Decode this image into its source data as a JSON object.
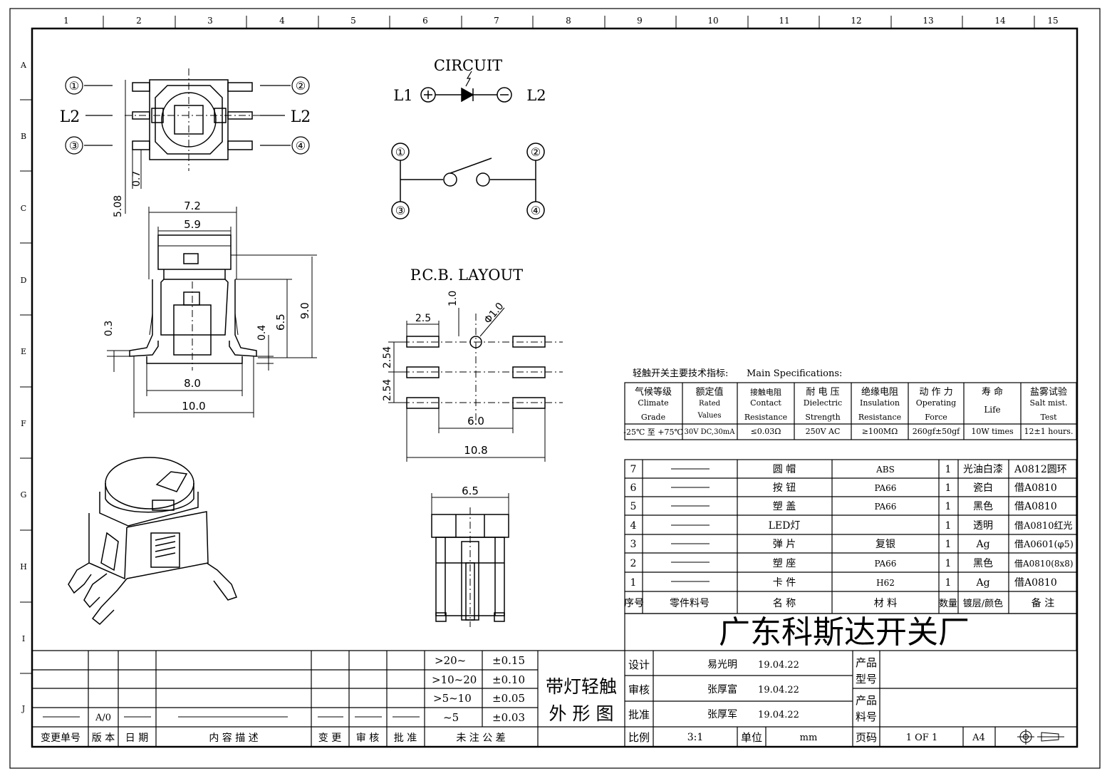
{
  "ruler": {
    "columns": [
      "1",
      "2",
      "3",
      "4",
      "5",
      "6",
      "7",
      "8",
      "9",
      "10",
      "11",
      "12",
      "13",
      "14",
      "15"
    ],
    "rows": [
      "A",
      "B",
      "C",
      "D",
      "E",
      "F",
      "G",
      "H",
      "I",
      "J"
    ]
  },
  "top_view": {
    "pins": [
      "①",
      "②",
      "③",
      "④"
    ],
    "l2_left": "L2",
    "l2_right": "L2",
    "dim_07": "0.7",
    "dim_508": "5.08"
  },
  "circuit": {
    "title": "CIRCUIT",
    "l1": "L1",
    "l2": "L2",
    "pins": [
      "①",
      "②",
      "③",
      "④"
    ]
  },
  "side_view": {
    "dim_72": "7.2",
    "dim_59": "5.9",
    "dim_03": "0.3",
    "dim_04": "0.4",
    "dim_65": "6.5",
    "dim_90": "9.0",
    "dim_80": "8.0",
    "dim_100": "10.0"
  },
  "pcb": {
    "title": "P.C.B. LAYOUT",
    "dim_10": "1.0",
    "dim_phi": "Φ1.0",
    "dim_25": "2.5",
    "dim_254a": "2.54",
    "dim_254b": "2.54",
    "dim_60": "6.0",
    "dim_108": "10.8"
  },
  "front_view": {
    "dim_65": "6.5"
  },
  "specs": {
    "heading_cn": "轻触开关主要技术指标:",
    "heading_en": "Main Specifications:",
    "columns": [
      {
        "cn": "气候等级",
        "en1": "Climate",
        "en2": "Grade",
        "value": "-25℃ 至 +75℃"
      },
      {
        "cn": "额定值",
        "en1": "Rated",
        "en2": "Values",
        "value": "30V DC,30mA"
      },
      {
        "cn": "接触电阻",
        "en1": "Contact",
        "en2": "Resistance",
        "value": "≤0.03Ω"
      },
      {
        "cn": "耐 电 压",
        "en1": "Dielectric",
        "en2": "Strength",
        "value": "250V AC"
      },
      {
        "cn": "绝缘电阻",
        "en1": "Insulation",
        "en2": "Resistance",
        "value": "≥100MΩ"
      },
      {
        "cn": "动 作 力",
        "en1": "Operating",
        "en2": "Force",
        "value": "260gf±50gf"
      },
      {
        "cn": "寿   命",
        "en1": "Life",
        "en2": "",
        "value": "10W times"
      },
      {
        "cn": "盐雾试验",
        "en1": "Salt mist.",
        "en2": "Test",
        "value": "12±1 hours."
      }
    ]
  },
  "bom": {
    "rows": [
      {
        "no": "7",
        "name": "圆  帽",
        "material": "ABS",
        "qty": "1",
        "finish": "光油白漆",
        "note": "A0812圆环"
      },
      {
        "no": "6",
        "name": "按  钮",
        "material": "PA66",
        "qty": "1",
        "finish": "瓷白",
        "note": "借A0810"
      },
      {
        "no": "5",
        "name": "塑  盖",
        "material": "PA66",
        "qty": "1",
        "finish": "黑色",
        "note": "借A0810"
      },
      {
        "no": "4",
        "name": "LED灯",
        "material": "",
        "qty": "1",
        "finish": "透明",
        "note": "借A0810红光"
      },
      {
        "no": "3",
        "name": "弹  片",
        "material": "复银",
        "qty": "1",
        "finish": "Ag",
        "note": "借A0601(φ5)"
      },
      {
        "no": "2",
        "name": "塑  座",
        "material": "PA66",
        "qty": "1",
        "finish": "黑色",
        "note": "借A0810(8x8)"
      },
      {
        "no": "1",
        "name": "卡  件",
        "material": "H62",
        "qty": "1",
        "finish": "Ag",
        "note": "借A0810"
      }
    ],
    "header": {
      "no": "序号",
      "part": "零件料号",
      "name": "名  称",
      "material": "材  料",
      "qty": "数量",
      "finish": "镀层/颜色",
      "note": "备  注"
    }
  },
  "company": "广东科斯达开关厂",
  "tolerance": {
    "rows": [
      {
        "range": ">20~",
        "tol": "±0.15"
      },
      {
        "range": ">10~20",
        "tol": "±0.10"
      },
      {
        "range": ">5~10",
        "tol": "±0.05"
      },
      {
        "range": "~5",
        "tol": "±0.03"
      }
    ],
    "label": "未 注 公 差"
  },
  "revision": {
    "version_value": "A/0",
    "headers": {
      "change_no": "变更单号",
      "version": "版 本",
      "date": "日 期",
      "content": "内 容 描 述",
      "change": "变 更",
      "review": "审 核",
      "approve": "批 准"
    }
  },
  "drawing_title": {
    "line1": "带灯轻触",
    "line2": "外 形 图"
  },
  "signoff": {
    "design_label": "设计",
    "design_name": "易光明",
    "design_date": "19.04.22",
    "review_label": "审核",
    "review_name": "张厚富",
    "review_date": "19.04.22",
    "approve_label": "批准",
    "approve_name": "张厚军",
    "approve_date": "19.04.22",
    "model_label_1": "产品",
    "model_label_2": "型号",
    "partno_label_1": "产品",
    "partno_label_2": "料号",
    "scale_label": "比例",
    "scale_value": "3:1",
    "unit_label": "单位",
    "unit_value": "mm",
    "page_label": "页码",
    "page_value": "1 OF 1",
    "size_value": "A4"
  }
}
